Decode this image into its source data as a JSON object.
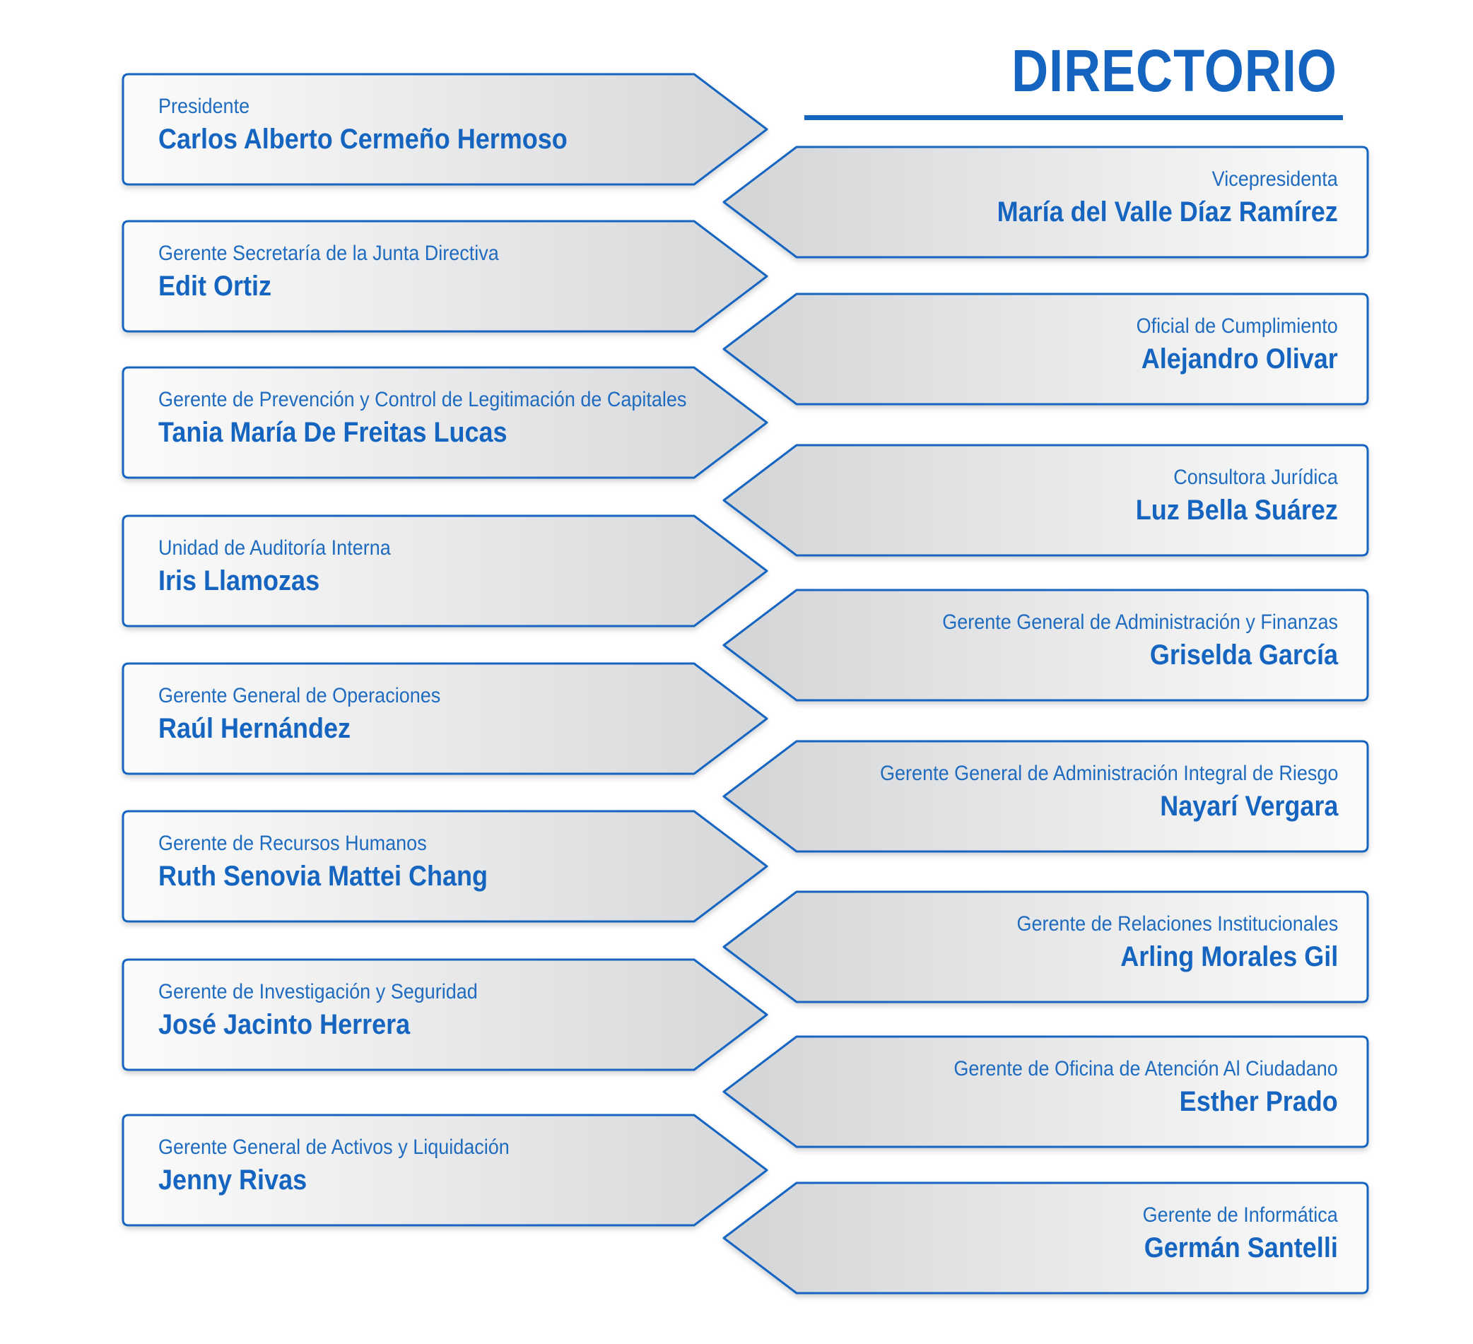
{
  "title": "DIRECTORIO",
  "colors": {
    "accent": "#1565c0",
    "card_fill_light": "#fafafa",
    "card_fill_dark": "#d8d9db"
  },
  "left_column": [
    {
      "role": "Presidente",
      "name": "Carlos Alberto Cermeño Hermoso"
    },
    {
      "role": "Gerente Secretaría de la Junta Directiva",
      "name": "Edit Ortiz"
    },
    {
      "role": "Gerente de Prevención y Control de Legitimación de Capitales",
      "name": "Tania María De Freitas Lucas"
    },
    {
      "role": "Unidad de Auditoría Interna",
      "name": "Iris Llamozas"
    },
    {
      "role": "Gerente General de Operaciones",
      "name": "Raúl Hernández"
    },
    {
      "role": "Gerente de Recursos Humanos",
      "name": "Ruth Senovia Mattei Chang"
    },
    {
      "role": "Gerente de Investigación y Seguridad",
      "name": "José Jacinto Herrera"
    },
    {
      "role": "Gerente General de Activos y Liquidación",
      "name": "Jenny Rivas"
    }
  ],
  "right_column": [
    {
      "role": "Vicepresidenta",
      "name": "María del Valle Díaz Ramírez"
    },
    {
      "role": "Oficial de Cumplimiento",
      "name": "Alejandro Olivar"
    },
    {
      "role": "Consultora Jurídica",
      "name": "Luz Bella Suárez"
    },
    {
      "role": "Gerente General de Administración y Finanzas",
      "name": "Griselda García"
    },
    {
      "role": "Gerente General de Administración Integral de Riesgo",
      "name": "Nayarí Vergara"
    },
    {
      "role": "Gerente de Relaciones Institucionales",
      "name": "Arling Morales Gil"
    },
    {
      "role": "Gerente de Oficina de Atención Al Ciudadano",
      "name": "Esther Prado"
    },
    {
      "role": "Gerente de Informática",
      "name": "Germán Santelli"
    }
  ]
}
